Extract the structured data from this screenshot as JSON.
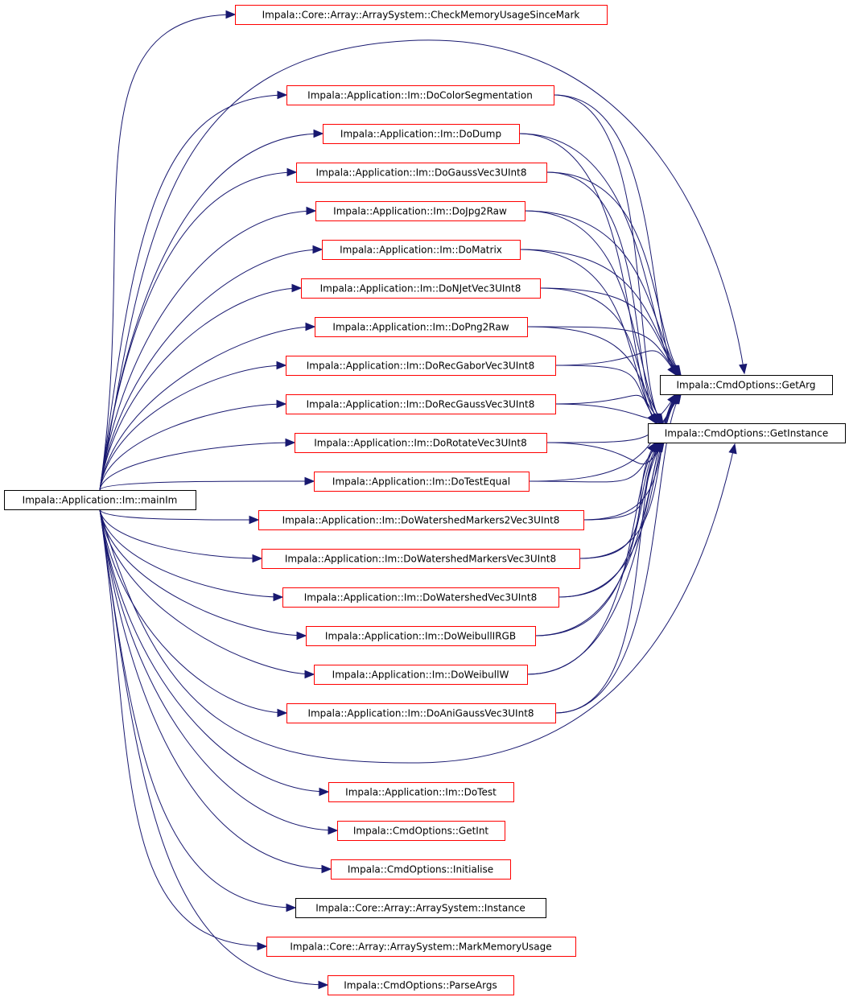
{
  "colors": {
    "edge": "#191970",
    "linked_border": "#ff0000",
    "plain_border": "#000000",
    "root_fill": "#bfbfbf"
  },
  "root": {
    "id": "mainIm",
    "label": "Impala::Application::Im::mainIm",
    "style": "root"
  },
  "nodes": [
    {
      "id": "CheckMem",
      "label": "Impala::Core::Array::ArraySystem::CheckMemoryUsageSinceMark",
      "style": "linked"
    },
    {
      "id": "DoColorSeg",
      "label": "Impala::Application::Im::DoColorSegmentation",
      "style": "linked"
    },
    {
      "id": "DoDump",
      "label": "Impala::Application::Im::DoDump",
      "style": "linked"
    },
    {
      "id": "DoGauss",
      "label": "Impala::Application::Im::DoGaussVec3UInt8",
      "style": "linked"
    },
    {
      "id": "DoJpg2Raw",
      "label": "Impala::Application::Im::DoJpg2Raw",
      "style": "linked"
    },
    {
      "id": "DoMatrix",
      "label": "Impala::Application::Im::DoMatrix",
      "style": "linked"
    },
    {
      "id": "DoNJet",
      "label": "Impala::Application::Im::DoNJetVec3UInt8",
      "style": "linked"
    },
    {
      "id": "DoPng2Raw",
      "label": "Impala::Application::Im::DoPng2Raw",
      "style": "linked"
    },
    {
      "id": "DoRecGabor",
      "label": "Impala::Application::Im::DoRecGaborVec3UInt8",
      "style": "linked"
    },
    {
      "id": "DoRecGauss",
      "label": "Impala::Application::Im::DoRecGaussVec3UInt8",
      "style": "linked"
    },
    {
      "id": "DoRotate",
      "label": "Impala::Application::Im::DoRotateVec3UInt8",
      "style": "linked"
    },
    {
      "id": "DoTestEqual",
      "label": "Impala::Application::Im::DoTestEqual",
      "style": "linked"
    },
    {
      "id": "DoWM2",
      "label": "Impala::Application::Im::DoWatershedMarkers2Vec3UInt8",
      "style": "linked"
    },
    {
      "id": "DoWM",
      "label": "Impala::Application::Im::DoWatershedMarkersVec3UInt8",
      "style": "linked"
    },
    {
      "id": "DoWS",
      "label": "Impala::Application::Im::DoWatershedVec3UInt8",
      "style": "linked"
    },
    {
      "id": "DoWeibullIRGB",
      "label": "Impala::Application::Im::DoWeibullIRGB",
      "style": "linked"
    },
    {
      "id": "DoWeibullW",
      "label": "Impala::Application::Im::DoWeibullW",
      "style": "linked"
    },
    {
      "id": "DoAniGauss",
      "label": "Impala::Application::Im::DoAniGaussVec3UInt8",
      "style": "linked"
    },
    {
      "id": "DoTest",
      "label": "Impala::Application::Im::DoTest",
      "style": "linked"
    },
    {
      "id": "GetInt",
      "label": "Impala::CmdOptions::GetInt",
      "style": "linked"
    },
    {
      "id": "Initialise",
      "label": "Impala::CmdOptions::Initialise",
      "style": "linked"
    },
    {
      "id": "Instance",
      "label": "Impala::Core::Array::ArraySystem::Instance",
      "style": "plain"
    },
    {
      "id": "MarkMem",
      "label": "Impala::Core::Array::ArraySystem::MarkMemoryUsage",
      "style": "linked"
    },
    {
      "id": "ParseArgs",
      "label": "Impala::CmdOptions::ParseArgs",
      "style": "linked"
    },
    {
      "id": "GetArg",
      "label": "Impala::CmdOptions::GetArg",
      "style": "plain"
    },
    {
      "id": "GetInstance",
      "label": "Impala::CmdOptions::GetInstance",
      "style": "plain"
    }
  ],
  "edges": [
    [
      "mainIm",
      "CheckMem"
    ],
    [
      "mainIm",
      "DoColorSeg"
    ],
    [
      "mainIm",
      "DoDump"
    ],
    [
      "mainIm",
      "DoGauss"
    ],
    [
      "mainIm",
      "DoJpg2Raw"
    ],
    [
      "mainIm",
      "DoMatrix"
    ],
    [
      "mainIm",
      "DoNJet"
    ],
    [
      "mainIm",
      "DoPng2Raw"
    ],
    [
      "mainIm",
      "DoRecGabor"
    ],
    [
      "mainIm",
      "DoRecGauss"
    ],
    [
      "mainIm",
      "DoRotate"
    ],
    [
      "mainIm",
      "DoTestEqual"
    ],
    [
      "mainIm",
      "DoWM2"
    ],
    [
      "mainIm",
      "DoWM"
    ],
    [
      "mainIm",
      "DoWS"
    ],
    [
      "mainIm",
      "DoWeibullIRGB"
    ],
    [
      "mainIm",
      "DoWeibullW"
    ],
    [
      "mainIm",
      "DoAniGauss"
    ],
    [
      "mainIm",
      "DoTest"
    ],
    [
      "mainIm",
      "GetInt"
    ],
    [
      "mainIm",
      "Initialise"
    ],
    [
      "mainIm",
      "Instance"
    ],
    [
      "mainIm",
      "MarkMem"
    ],
    [
      "mainIm",
      "ParseArgs"
    ],
    [
      "mainIm",
      "GetArg"
    ],
    [
      "mainIm",
      "GetInstance"
    ],
    [
      "DoColorSeg",
      "GetArg"
    ],
    [
      "DoColorSeg",
      "GetInstance"
    ],
    [
      "DoDump",
      "GetArg"
    ],
    [
      "DoDump",
      "GetInstance"
    ],
    [
      "DoGauss",
      "GetArg"
    ],
    [
      "DoGauss",
      "GetInstance"
    ],
    [
      "DoJpg2Raw",
      "GetArg"
    ],
    [
      "DoJpg2Raw",
      "GetInstance"
    ],
    [
      "DoMatrix",
      "GetArg"
    ],
    [
      "DoMatrix",
      "GetInstance"
    ],
    [
      "DoNJet",
      "GetArg"
    ],
    [
      "DoNJet",
      "GetInstance"
    ],
    [
      "DoPng2Raw",
      "GetArg"
    ],
    [
      "DoPng2Raw",
      "GetInstance"
    ],
    [
      "DoRecGabor",
      "GetArg"
    ],
    [
      "DoRecGabor",
      "GetInstance"
    ],
    [
      "DoRecGauss",
      "GetArg"
    ],
    [
      "DoRecGauss",
      "GetInstance"
    ],
    [
      "DoRotate",
      "GetArg"
    ],
    [
      "DoRotate",
      "GetInstance"
    ],
    [
      "DoTestEqual",
      "GetArg"
    ],
    [
      "DoTestEqual",
      "GetInstance"
    ],
    [
      "DoWM2",
      "GetArg"
    ],
    [
      "DoWM2",
      "GetInstance"
    ],
    [
      "DoWM",
      "GetArg"
    ],
    [
      "DoWM",
      "GetInstance"
    ],
    [
      "DoWS",
      "GetArg"
    ],
    [
      "DoWS",
      "GetInstance"
    ],
    [
      "DoWeibullIRGB",
      "GetArg"
    ],
    [
      "DoWeibullIRGB",
      "GetInstance"
    ],
    [
      "DoWeibullW",
      "GetArg"
    ],
    [
      "DoWeibullW",
      "GetInstance"
    ],
    [
      "DoAniGauss",
      "GetArg"
    ],
    [
      "DoAniGauss",
      "GetInstance"
    ]
  ]
}
